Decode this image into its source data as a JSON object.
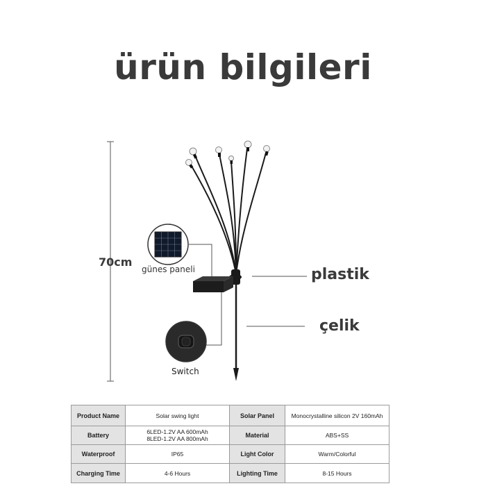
{
  "title": "ürün bilgileri",
  "labels": {
    "height": "70cm",
    "plastic": "plastik",
    "steel": "çelik",
    "solar_panel": "günes paneli",
    "switch": "Switch"
  },
  "specs": [
    {
      "key1": "Product Name",
      "val1": [
        "Solar swing light"
      ],
      "key2": "Solar Panel",
      "val2": "Monocrystalline silicon 2V 160mAh"
    },
    {
      "key1": "Battery",
      "val1": [
        "6LED-1.2V AA 600mAh",
        "8LED-1.2V AA 800mAh"
      ],
      "key2": "Material",
      "val2": "ABS+SS"
    },
    {
      "key1": "Waterproof",
      "val1": [
        "IP65"
      ],
      "key2": "Light Color",
      "val2": "Warm/Colorful"
    },
    {
      "key1": "Charging Time",
      "val1": [
        "4-6 Hours"
      ],
      "key2": "Lighting Time",
      "val2": "8-15 Hours"
    }
  ]
}
